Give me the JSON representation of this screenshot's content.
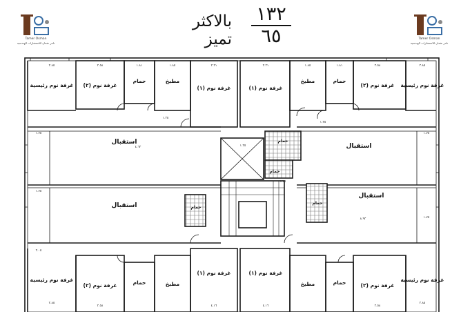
{
  "header": {
    "title": "بالاكثر تميز",
    "fraction": {
      "numerator": "١٣٢",
      "denominator": "٦٥"
    },
    "logo": {
      "brand": "Tamer Osman",
      "subtitle": "تامر عثمان للاستشارات الهندسية",
      "icon": "building-logo-icon"
    }
  },
  "rooms": {
    "reception": "غرفة نوم رئيسية",
    "bedroom2": "غرفة نوم (٢)",
    "bedroom1": "غرفة نوم (١)",
    "bath": "حمام",
    "kitchen": "مطبخ",
    "hall": "استقبال"
  },
  "dims": {
    "a": "٣.٨٥",
    "b": "٣.٥٨",
    "c": "١.٨١",
    "d": "١.٨٥",
    "e": "٣.٣١",
    "f": "٤.٦٣",
    "g": "٨.٩٣",
    "h": "١.٧٥",
    "i": "٣.٠٥",
    "j": "٤.١٦",
    "k": "١.٣٥"
  },
  "colors": {
    "line": "#1a1a1a",
    "hatch": "#555555"
  }
}
